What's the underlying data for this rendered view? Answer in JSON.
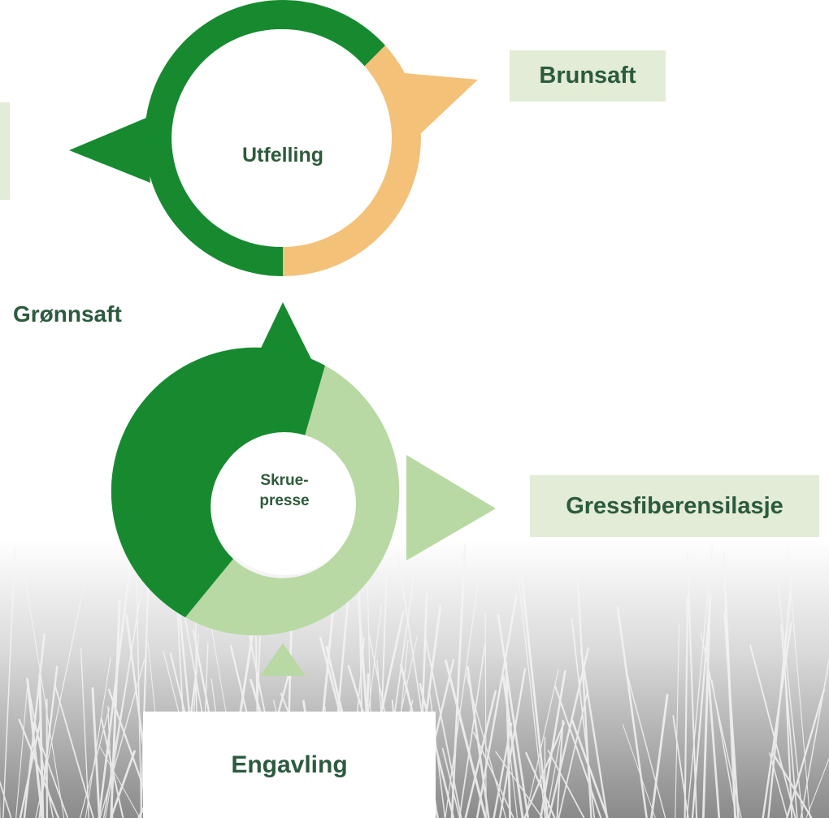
{
  "labels": {
    "utfelling": "Utfelling",
    "brunsaft": "Brunsaft",
    "gronnsaft": "Grønnsaft",
    "skruepresse": "Skrue-\npresse",
    "gressfiberensilasje": "Gressfiberensilasje",
    "engavling": "Engavling"
  },
  "colors": {
    "dark_green": "#178a30",
    "orange": "#f3c178",
    "light_green": "#b8d9a3",
    "box_fill": "#e2ecd6",
    "text": "#2c5a3e"
  }
}
